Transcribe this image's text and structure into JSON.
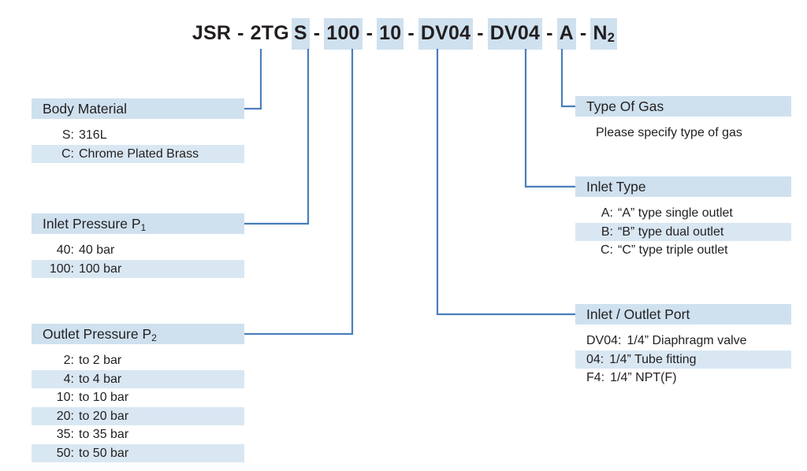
{
  "part_number": {
    "segments": [
      {
        "text": "JSR",
        "highlight": false
      },
      {
        "text": "2TG",
        "highlight": false,
        "tail": "S",
        "tail_highlight": true
      },
      {
        "text": "100",
        "highlight": true
      },
      {
        "text": "10",
        "highlight": true
      },
      {
        "text": "DV04",
        "highlight": true
      },
      {
        "text": "DV04",
        "highlight": true
      },
      {
        "text": "A",
        "highlight": true
      },
      {
        "text": "N",
        "highlight": true,
        "sub": "2"
      }
    ],
    "separator": "-"
  },
  "blocks": {
    "body_material": {
      "title": "Body Material",
      "rows": [
        {
          "code": "S:",
          "desc": "316L"
        },
        {
          "code": "C:",
          "desc": "Chrome Plated Brass"
        }
      ]
    },
    "inlet_pressure": {
      "title": "Inlet Pressure P",
      "title_sub": "1",
      "rows": [
        {
          "code": "40:",
          "desc": "40 bar"
        },
        {
          "code": "100:",
          "desc": "100 bar"
        }
      ]
    },
    "outlet_pressure": {
      "title": "Outlet Pressure P",
      "title_sub": "2",
      "rows": [
        {
          "code": "2:",
          "desc": "to 2 bar"
        },
        {
          "code": "4:",
          "desc": "to 4 bar"
        },
        {
          "code": "10:",
          "desc": "to 10 bar"
        },
        {
          "code": "20:",
          "desc": "to 20 bar"
        },
        {
          "code": "35:",
          "desc": "to 35 bar"
        },
        {
          "code": "50:",
          "desc": "to 50 bar"
        }
      ]
    },
    "type_of_gas": {
      "title": "Type Of Gas",
      "note": "Please specify type of gas"
    },
    "inlet_type": {
      "title": "Inlet Type",
      "rows": [
        {
          "code": "A:",
          "desc": "“A” type single outlet"
        },
        {
          "code": "B:",
          "desc": "“B” type dual outlet"
        },
        {
          "code": "C:",
          "desc": "“C” type triple outlet"
        }
      ]
    },
    "inlet_outlet_port": {
      "title": "Inlet / Outlet Port",
      "rows": [
        {
          "code": "DV04:",
          "desc": "1/4” Diaphragm valve"
        },
        {
          "code": "04:",
          "desc": "1/4” Tube fitting"
        },
        {
          "code": "F4:",
          "desc": "1/4” NPT(F)"
        }
      ]
    }
  },
  "colors": {
    "bar_fill": "#cfe1ef",
    "row_shade": "#d9e7f3",
    "connector": "#4a7ebb",
    "text": "#231f20"
  }
}
